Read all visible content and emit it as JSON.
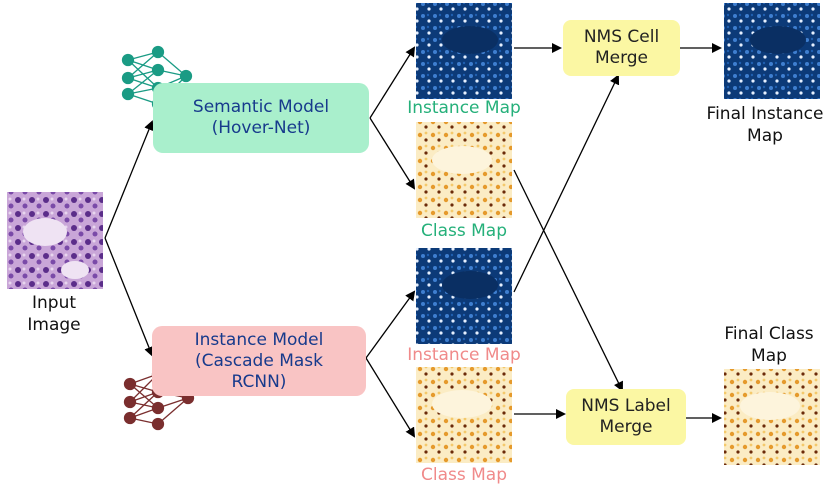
{
  "input": {
    "label_line1": "Input",
    "label_line2": "Image"
  },
  "semantic_model": {
    "line1": "Semantic Model",
    "line2": "(Hover-Net)"
  },
  "instance_model": {
    "line1": "Instance Model",
    "line2": "(Cascade Mask",
    "line3": "RCNN)"
  },
  "outputs": {
    "semantic_instance_map": "Instance Map",
    "semantic_class_map": "Class Map",
    "instance_instance_map": "Instance Map",
    "instance_class_map": "Class Map"
  },
  "nms_cell": {
    "line1": "NMS Cell",
    "line2": "Merge"
  },
  "nms_label": {
    "line1": "NMS Label",
    "line2": "Merge"
  },
  "final_instance": {
    "line1": "Final Instance",
    "line2": "Map"
  },
  "final_class": {
    "line1": "Final Class",
    "line2": "Map"
  },
  "colors": {
    "semantic_box": "#a9efcc",
    "instance_box": "#f9c4c4",
    "nms_box": "#fbf7a3",
    "semantic_text": "#25b07a",
    "instance_text": "#f08a8a",
    "model_text": "#173a8c",
    "semantic_network": "#1a9b84",
    "instance_network": "#7a2e2e",
    "instance_map_bg": "#0c3a78",
    "class_map_bg": "#fbecc4"
  }
}
